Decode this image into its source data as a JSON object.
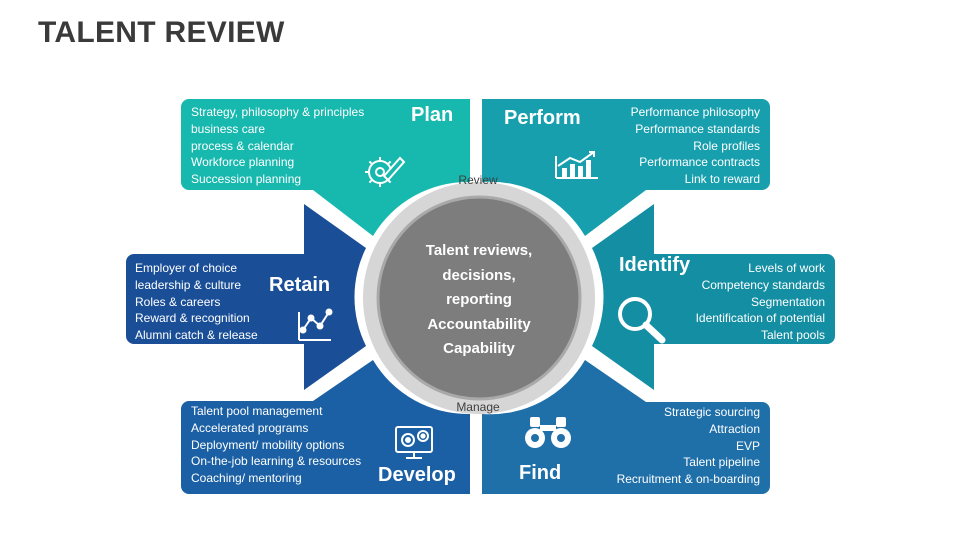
{
  "title": "TALENT REVIEW",
  "center": {
    "lines": [
      "Talent reviews,",
      "decisions,",
      "reporting",
      "Accountability",
      "Capability"
    ],
    "top_label": "Review",
    "bottom_label": "Manage"
  },
  "segments": {
    "plan": {
      "heading": "Plan",
      "icon": "gear-pencil-icon",
      "color": "#17b8ae",
      "items": [
        "Strategy, philosophy & principles",
        "business care",
        "process & calendar",
        "Workforce planning",
        "Succession planning"
      ]
    },
    "perform": {
      "heading": "Perform",
      "icon": "bar-chart-trend-icon",
      "color": "#179fae",
      "items": [
        "Performance philosophy",
        "Performance standards",
        "Role profiles",
        "Performance contracts",
        "Link to reward"
      ]
    },
    "identify": {
      "heading": "Identify",
      "icon": "magnifier-icon",
      "color": "#148ea3",
      "items": [
        "Levels of work",
        "Competency standards",
        "Segmentation",
        "Identification of potential",
        "Talent pools"
      ]
    },
    "find": {
      "heading": "Find",
      "icon": "binoculars-icon",
      "color": "#1f6fa9",
      "items": [
        "Strategic sourcing",
        "Attraction",
        "EVP",
        "Talent pipeline",
        "Recruitment & on-boarding"
      ]
    },
    "develop": {
      "heading": "Develop",
      "icon": "monitor-gears-icon",
      "color": "#1b60a4",
      "items": [
        "Talent pool management",
        "Accelerated programs",
        "Deployment/ mobility options",
        "On-the-job learning & resources",
        "Coaching/ mentoring"
      ]
    },
    "retain": {
      "heading": "Retain",
      "icon": "line-chart-icon",
      "color": "#1a4f98",
      "items": [
        "Employer of choice",
        "leadership & culture",
        "Roles & careers",
        "Reward & recognition",
        "Alumni catch & release"
      ]
    }
  }
}
